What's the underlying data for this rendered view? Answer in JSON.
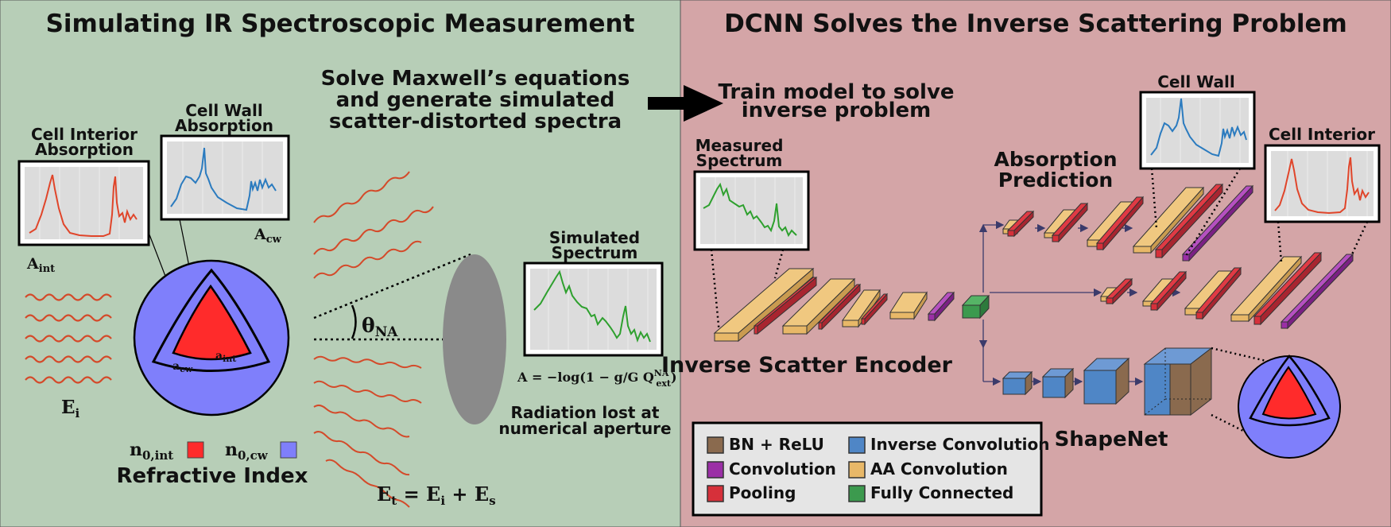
{
  "colors": {
    "left_panel": "#b7ceb7",
    "right_panel": "#d4a5a7",
    "outer_sphere": "#7f7ffb",
    "inner_core": "#ff2b2b",
    "wave": "#d44a2a",
    "spectrum_interior": "#e0452a",
    "spectrum_wall": "#2b7bbf",
    "spectrum_measured": "#2ea02e",
    "layer_bn_relu": "#8a6a4e",
    "layer_conv": "#9b2fa6",
    "layer_pool": "#d6303a",
    "layer_inv_conv": "#4f86c6",
    "layer_aa_conv": "#e8b868",
    "layer_fc": "#3c9a4e"
  },
  "left": {
    "title": "Simulating IR Spectroscopic Measurement",
    "solve_line1": "Solve Maxwell’s equations",
    "solve_line2": "and generate simulated",
    "solve_line3": "scatter-distorted spectra",
    "cell_interior_line1": "Cell Interior",
    "cell_interior_line2": "Absorption",
    "cell_wall_line1": "Cell Wall",
    "cell_wall_line2": "Absorption",
    "a_int_label": "A",
    "a_int_sub": "int",
    "a_cw_label": "A",
    "a_cw_sub": "cw",
    "a_int_small": "a",
    "a_int_small_sub": "int",
    "a_cw_small": "a",
    "a_cw_small_sub": "cw",
    "ei_label": "E",
    "ei_sub": "i",
    "n_int_label": "n",
    "n_int_sub": "0,int",
    "n_cw_label": "n",
    "n_cw_sub": "0,cw",
    "refractive_index": "Refractive Index",
    "theta": "θ",
    "theta_sub": "NA",
    "simulated_line1": "Simulated",
    "simulated_line2": "Spectrum",
    "formula": "A = −log(1 − g/G Q",
    "formula_sup": "NA",
    "formula_sub": "ext",
    "formula_end": ")",
    "radiation_line1": "Radiation lost at",
    "radiation_line2": "numerical aperture",
    "et_formula": "E",
    "et_sub": "t",
    "et_rest1": " = E",
    "et_sub2": "i",
    "et_rest2": " + E",
    "et_sub3": "s"
  },
  "right": {
    "title": "DCNN Solves the Inverse Scattering Problem",
    "train_line1": "Train model to solve",
    "train_line2": "inverse problem",
    "measured_line1": "Measured",
    "measured_line2": "Spectrum",
    "absorption_line1": "Absorption",
    "absorption_line2": "Prediction",
    "cell_wall": "Cell Wall",
    "cell_interior": "Cell Interior",
    "encoder": "Inverse Scatter Encoder",
    "shapenet": "ShapeNet",
    "legend": [
      {
        "label": "BN + ReLU",
        "color": "#8a6a4e"
      },
      {
        "label": "Inverse Convolution",
        "color": "#4f86c6"
      },
      {
        "label": "Convolution",
        "color": "#9b2fa6"
      },
      {
        "label": "AA Convolution",
        "color": "#e8b868"
      },
      {
        "label": "Pooling",
        "color": "#d6303a"
      },
      {
        "label": "Fully Connected",
        "color": "#3c9a4e"
      }
    ]
  }
}
